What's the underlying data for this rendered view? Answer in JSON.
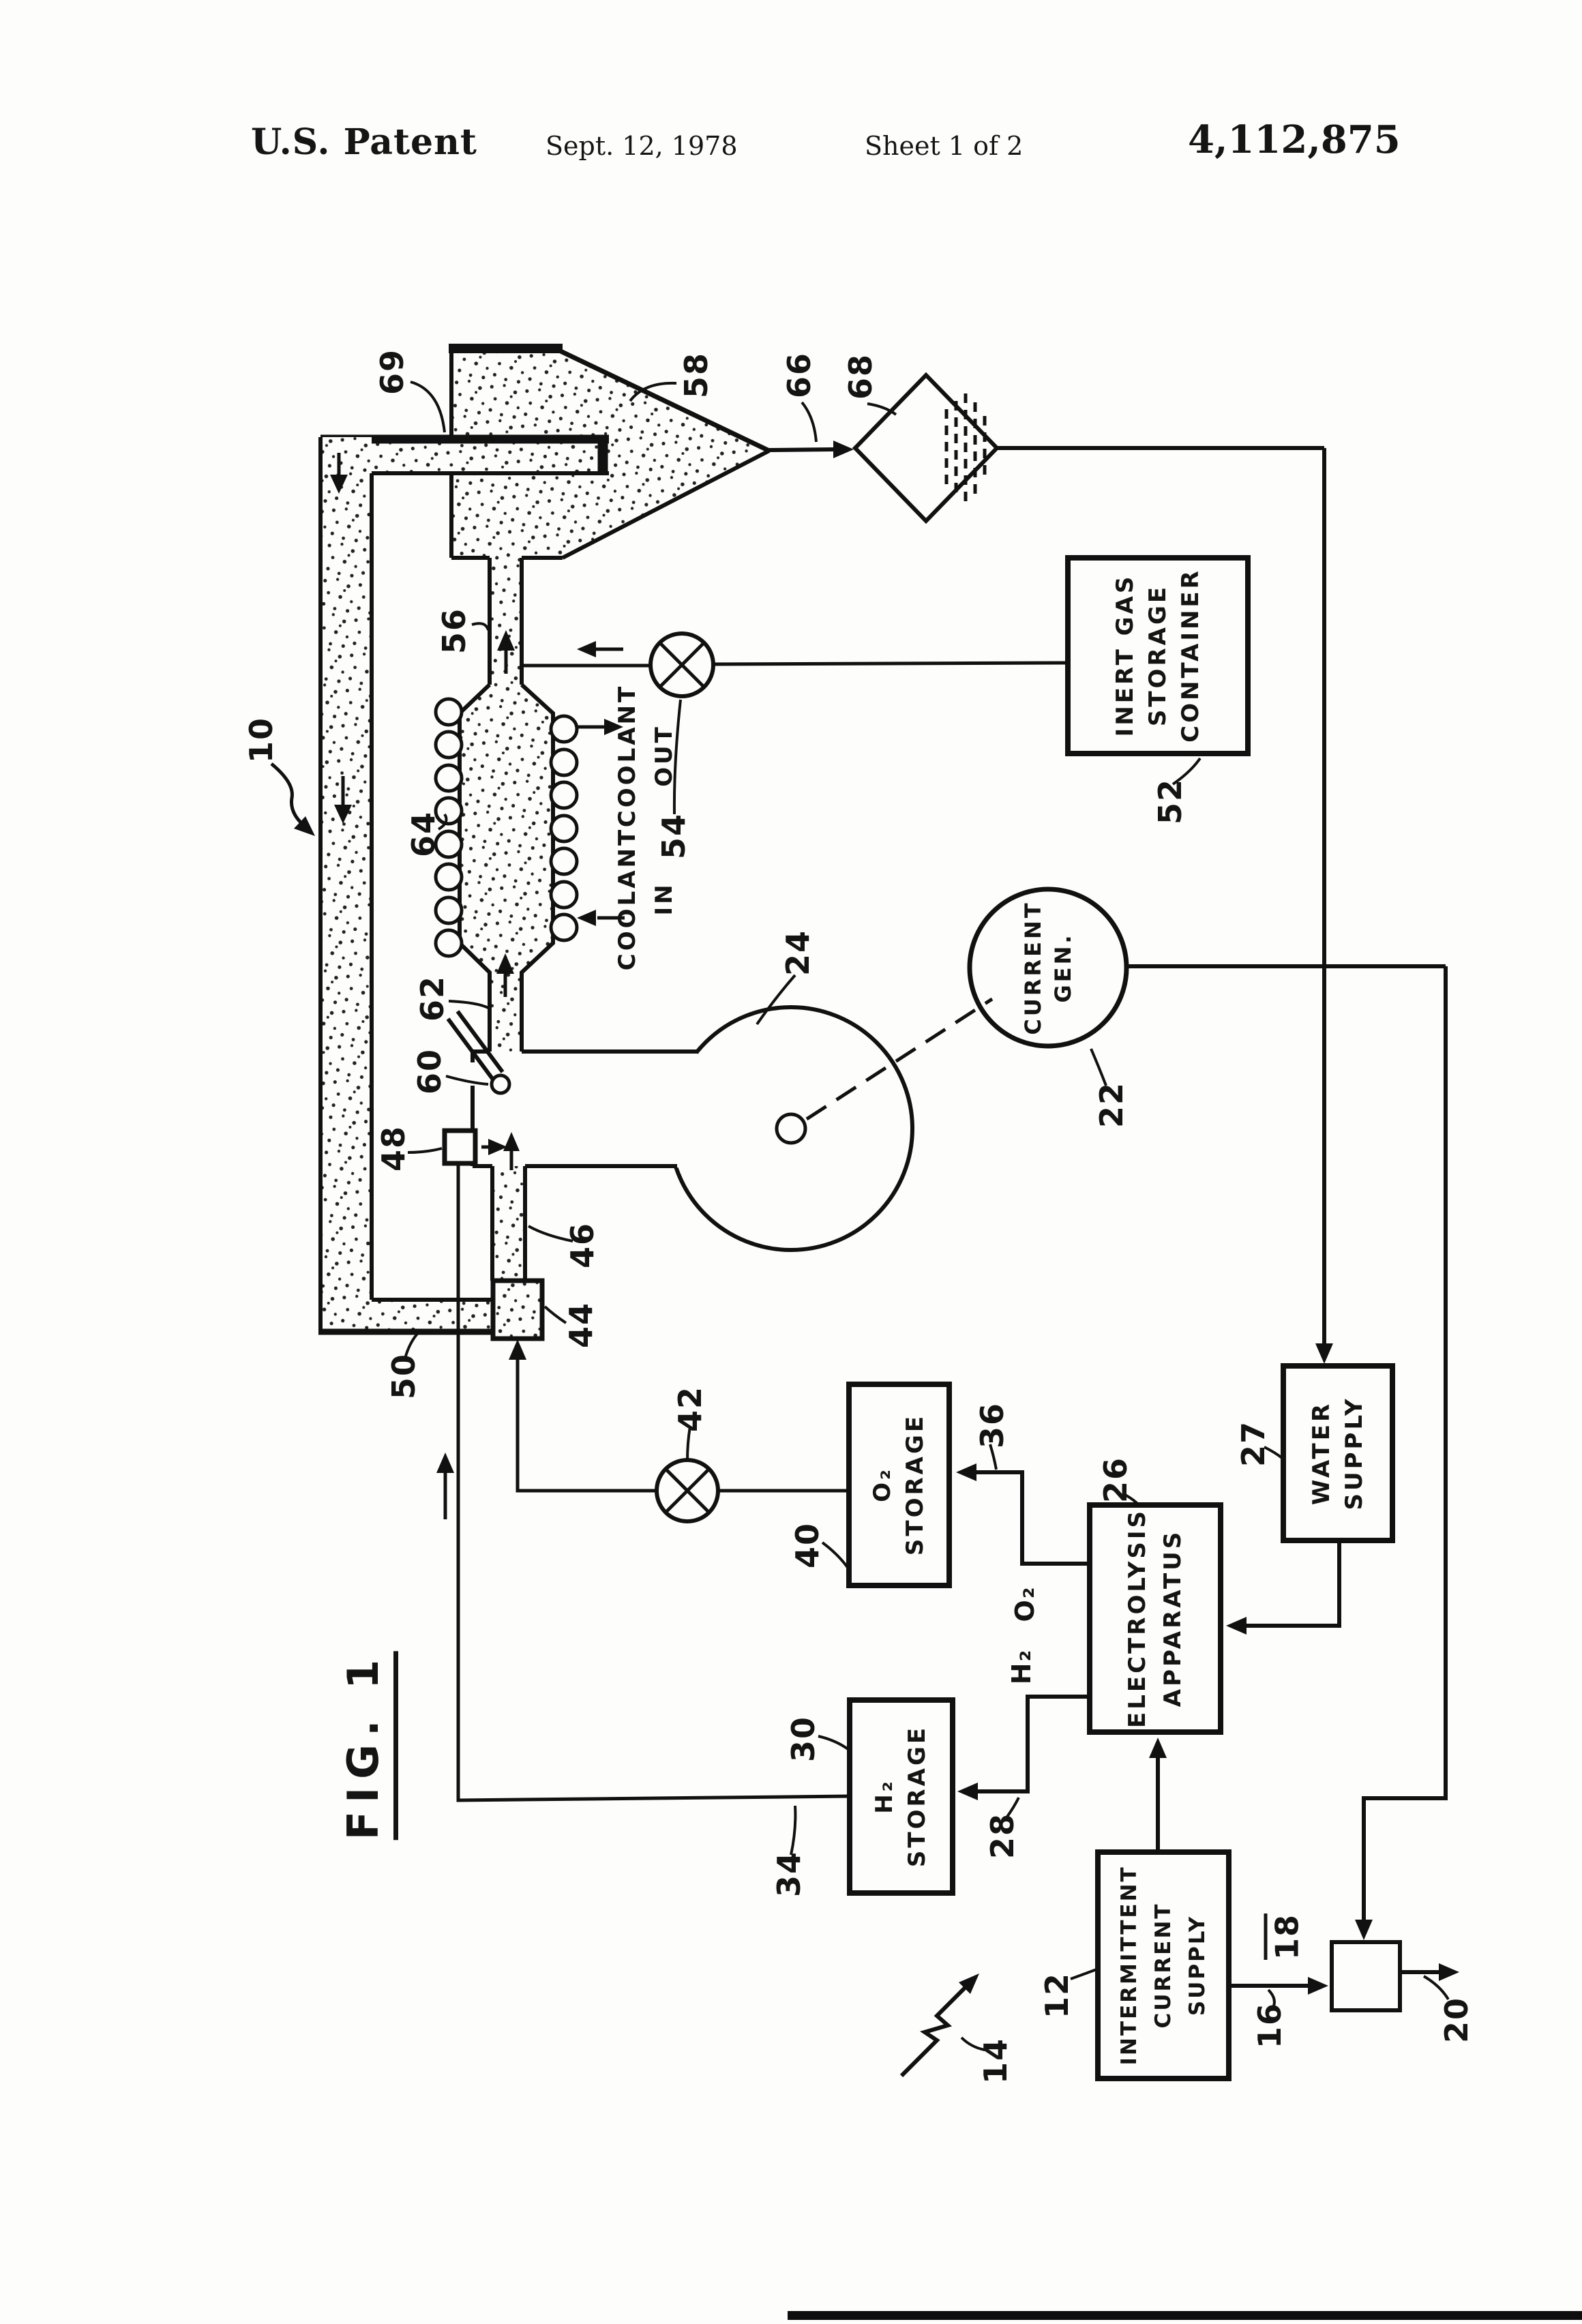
{
  "header": {
    "publisher": "U.S. Patent",
    "date": "Sept. 12, 1978",
    "sheet": "Sheet 1 of 2",
    "patent_number": "4,112,875"
  },
  "figure_label": "FIG. 1",
  "refs": {
    "n10": "10",
    "n12": "12",
    "n14": "14",
    "n16": "16",
    "n18": "18",
    "n20": "20",
    "n22": "22",
    "n24": "24",
    "n26": "26",
    "n27": "27",
    "n28": "28",
    "n30": "30",
    "n34": "34",
    "n36": "36",
    "n40": "40",
    "n42": "42",
    "n44": "44",
    "n46": "46",
    "n48": "48",
    "n50": "50",
    "n52": "52",
    "n54": "54",
    "n56": "56",
    "n58": "58",
    "n60": "60",
    "n62": "62",
    "n64": "64",
    "n66": "66",
    "n68": "68",
    "n69": "69"
  },
  "boxes": {
    "inert_gas": [
      "INERT GAS",
      "STORAGE",
      "CONTAINER"
    ],
    "current_gen": [
      "CURRENT",
      "GEN."
    ],
    "water_supply": [
      "WATER",
      "SUPPLY"
    ],
    "electrolysis": [
      "ELECTROLYSIS",
      "APPARATUS"
    ],
    "o2_storage": [
      "O₂",
      "STORAGE"
    ],
    "h2_storage": [
      "H₂",
      "STORAGE"
    ],
    "intermittent_supply": [
      "INTERMITTENT",
      "CURRENT",
      "SUPPLY"
    ]
  },
  "coolant": {
    "out": [
      "COOLANT",
      "OUT"
    ],
    "in": [
      "COOLANT",
      "IN"
    ]
  },
  "gas": {
    "o2": "O₂",
    "h2": "H₂"
  }
}
